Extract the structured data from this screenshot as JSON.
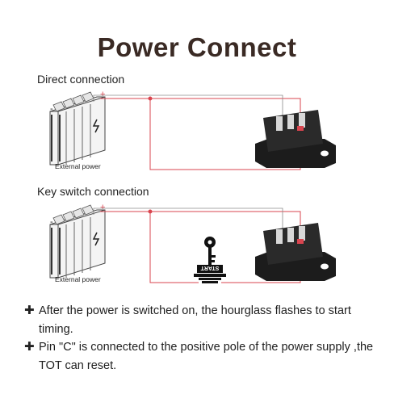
{
  "title": "Power Connect",
  "sections": [
    {
      "label": "Direct connection",
      "power_label": "External power",
      "plus": "+",
      "minus": "-"
    },
    {
      "label": "Key switch connection",
      "power_label": "External power",
      "plus": "+",
      "minus": "-",
      "key_text": "START"
    }
  ],
  "notes": [
    {
      "bullet": "✚",
      "text": "After the power is switched on, the hourglass flashes to start timing."
    },
    {
      "bullet": "✚",
      "text": "Pin \"C\" is connected to the positive pole of the power supply ,the TOT can reset."
    }
  ],
  "colors": {
    "wire_red": "#d9454f",
    "wire_gray": "#8c8c8c",
    "title": "#3a2a24"
  }
}
